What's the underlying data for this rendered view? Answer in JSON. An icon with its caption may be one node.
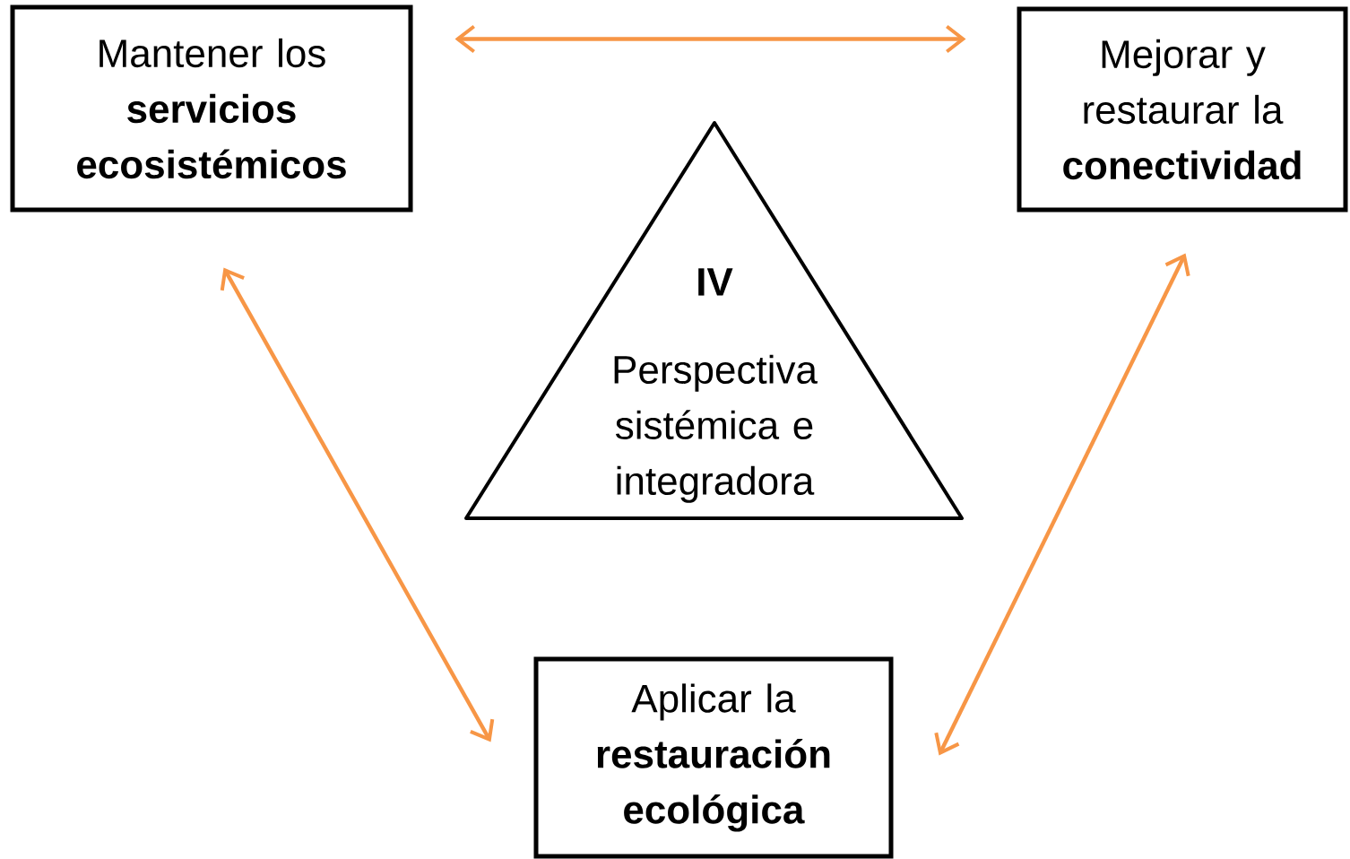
{
  "diagram": {
    "nodes": [
      {
        "text": [
          "Mantener los **servicios ecosistémicos**"
        ]
      },
      {
        "text": [
          "Mejorar y restaurar la **conectividad**"
        ]
      },
      {
        "text": [
          "IV",
          "Perspectiva sistémica e integradora"
        ]
      },
      {
        "text": [
          "Aplicar la **restauración ecológica**"
        ]
      }
    ],
    "edges": [
      {
        "from": 0,
        "to": 1,
        "arrow": "both"
      },
      {
        "from": 0,
        "to": 3,
        "arrow": "both"
      },
      {
        "from": 1,
        "to": 3,
        "arrow": "both"
      }
    ]
  }
}
